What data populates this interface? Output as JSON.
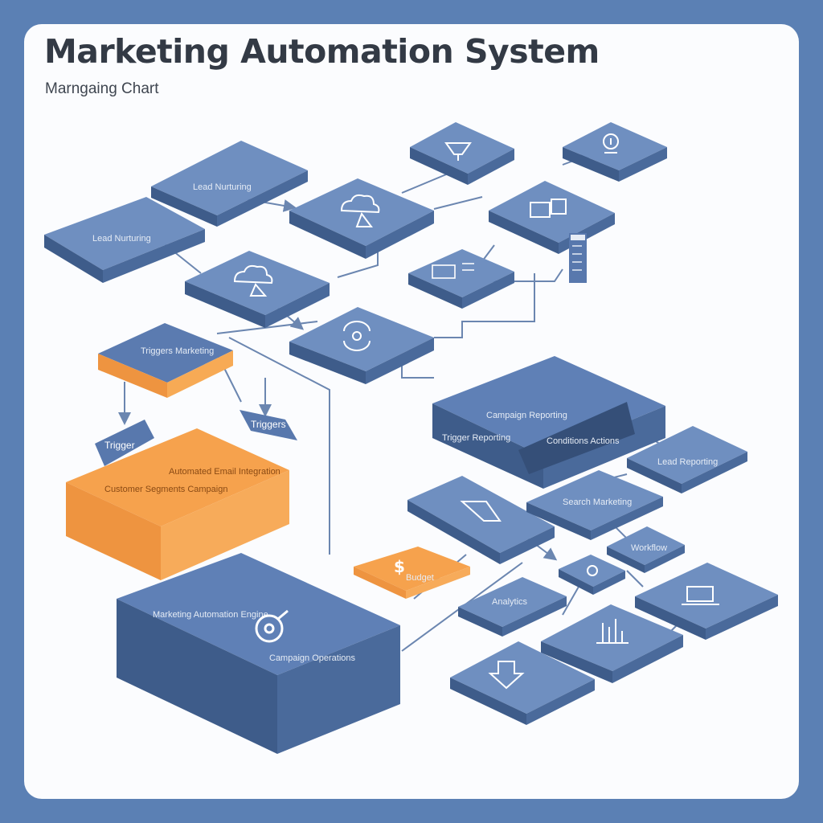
{
  "header": {
    "title": "Marketing Automation System",
    "subtitle": "Marngaing Chart"
  },
  "colors": {
    "background": "#5b80b4",
    "node_fill": "#5878ad",
    "node_fill_dark": "#44628f",
    "accent_orange": "#f2a04c",
    "connector": "#6b86b0"
  },
  "nodes": {
    "lead_top": "Lead Nurturing",
    "lead_left": "Lead Nurturing",
    "trigger_box": "Triggers Marketing",
    "trigger_left": "Trigger",
    "trigger_right": "Triggers",
    "orange_block_left": "Customer Segments Campaign",
    "orange_block_right": "Automated Email Integration",
    "central_hub_text": "Marketing Automation Engine",
    "central_hub_caption": "Campaign Operations",
    "campaign_top": "Campaign Reporting",
    "campaign_front": "Trigger Reporting",
    "campaign_inner": "Conditions Actions",
    "reporting_right": "Lead Reporting",
    "search_node": "Search Marketing",
    "analytics_small": "Analytics",
    "budget_label": "Budget",
    "mini_node": "Workflow"
  },
  "icons": {
    "cloud_1": "cloud-icon",
    "cloud_2": "cloud-icon",
    "funnel_top": "funnel-icon",
    "lightbulb": "lightbulb-icon",
    "document": "document-icon",
    "cycle": "refresh-cycle-icon",
    "dashboard": "dashboard-icon",
    "funnel_down": "funnel-down-icon",
    "target": "target-icon",
    "dollar": "dollar-icon",
    "gear": "gear-icon",
    "laptop": "laptop-icon",
    "chart": "chart-icon",
    "download": "download-icon",
    "side_panel": "list-panel-icon"
  }
}
